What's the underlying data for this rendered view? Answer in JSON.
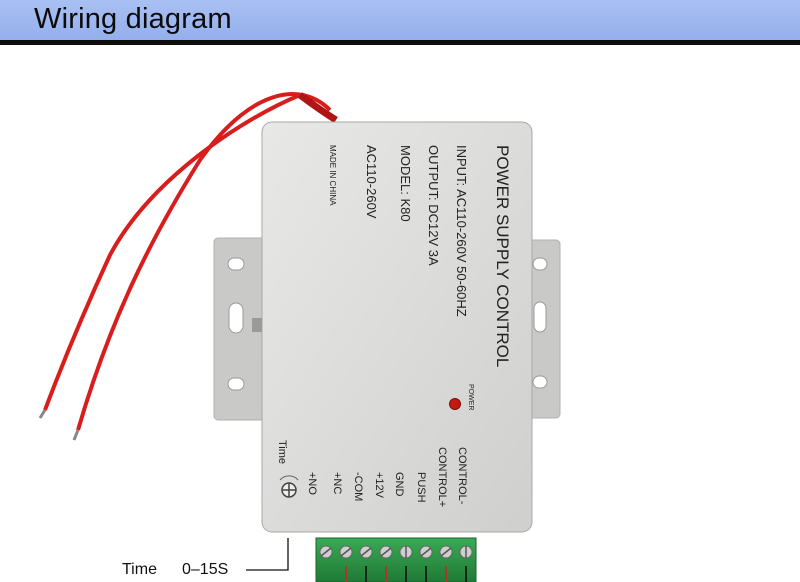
{
  "header": {
    "title": "Wiring diagram"
  },
  "device": {
    "title": "POWER SUPPLY CONTROL",
    "input": "INPUT: AC110-260V 50-60HZ",
    "output": "OUTPUT: DC12V 3A",
    "model": "MODEL: K80",
    "ac_label": "AC110-260V",
    "made_in": "MADE IN CHINA",
    "power_label": "POWER",
    "time_label": "Time",
    "terminals": [
      "+NO",
      "+NC",
      "-COM",
      "+12V",
      "GND",
      "PUSH",
      "CONTROL+",
      "CONTROL-"
    ]
  },
  "caption": {
    "label": "Time",
    "value": "0–15S"
  },
  "colors": {
    "header_bg": "#a0b8f0",
    "case": "#dcdcdb",
    "terminal_block": "#2f9a4a",
    "wire": "#d81d1d"
  }
}
